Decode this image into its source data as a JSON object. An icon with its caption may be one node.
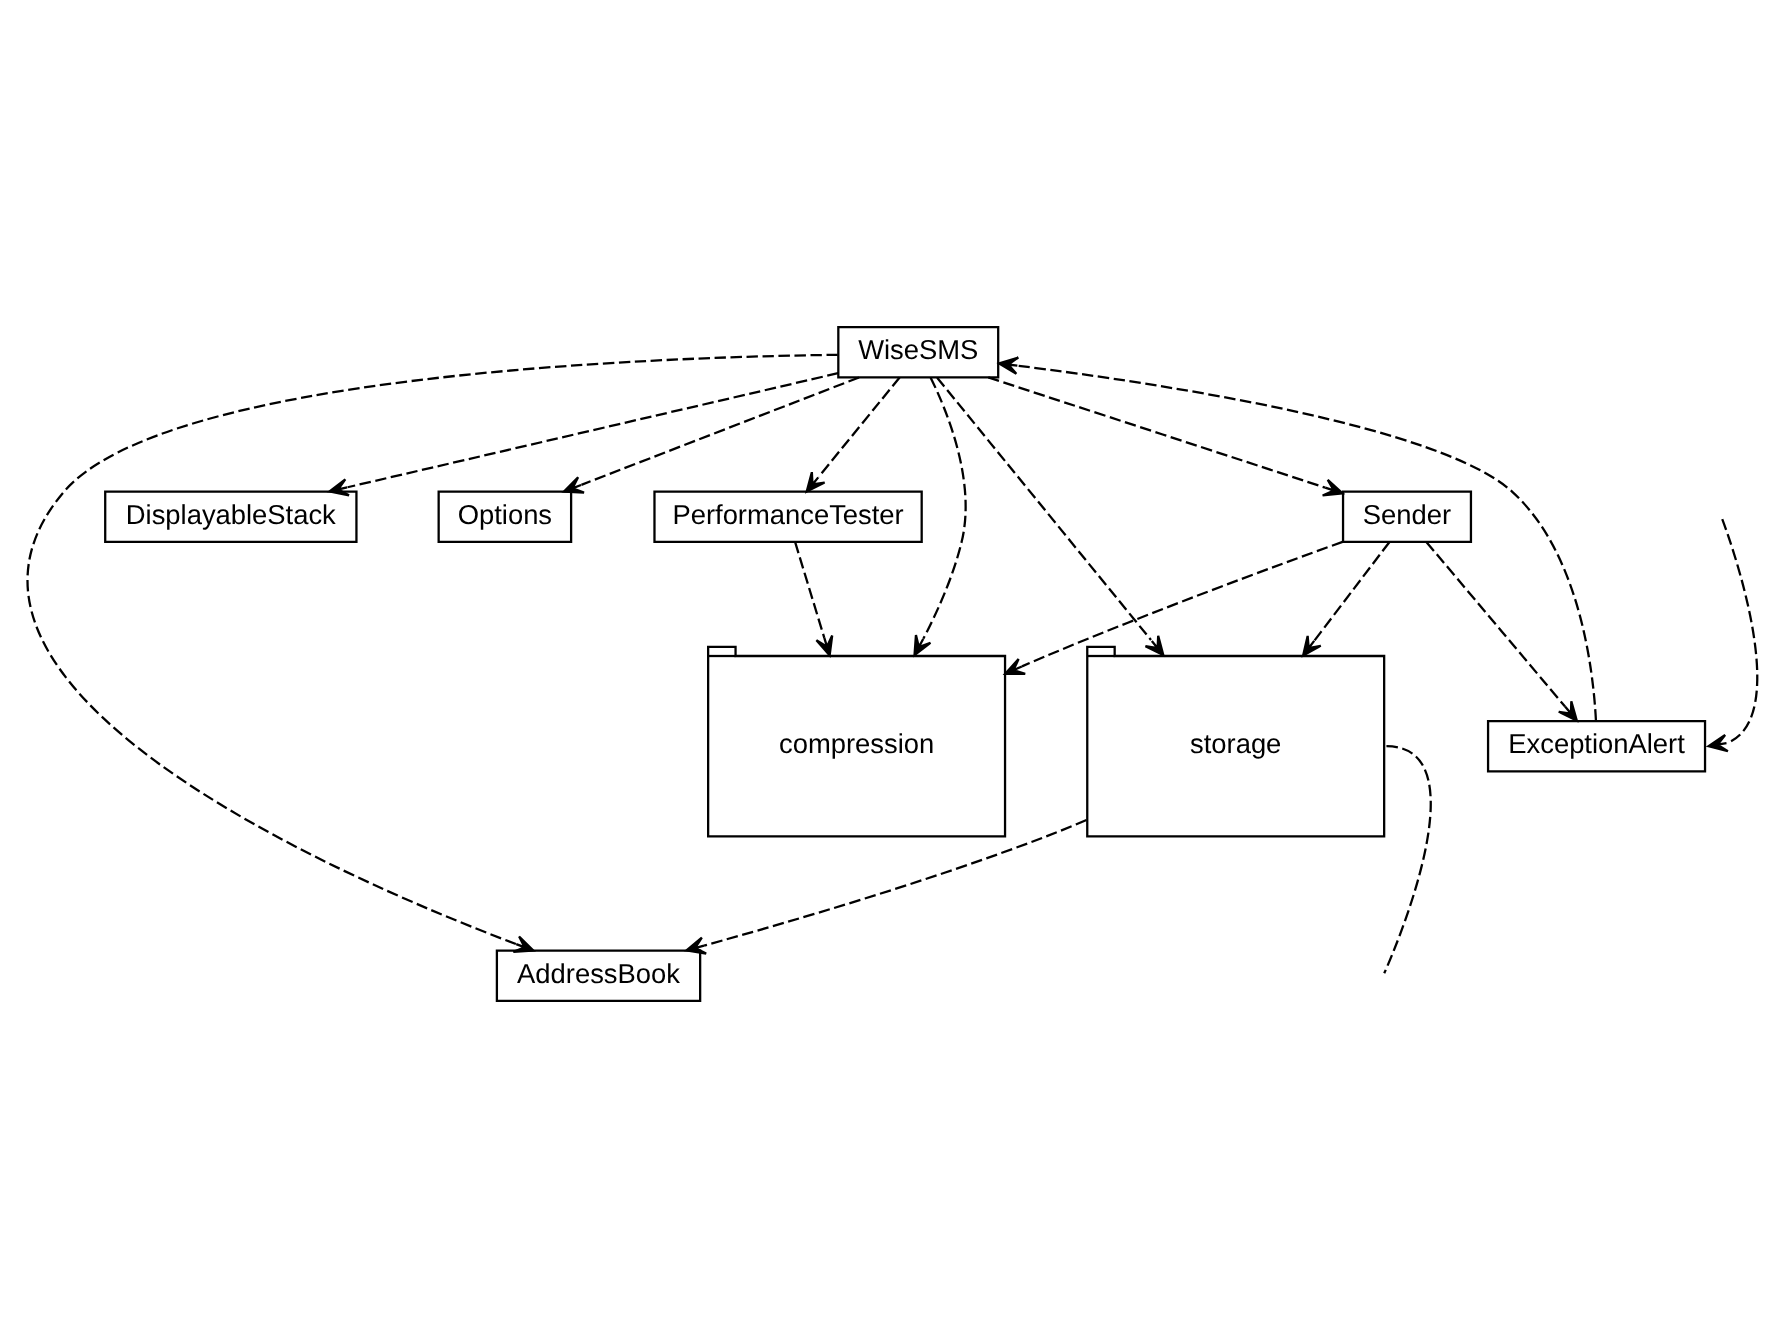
{
  "diagram": {
    "nodes": [
      {
        "text": [
          "AddressBook"
        ]
      },
      {
        "text": [
          "DisplayableStack"
        ]
      },
      {
        "text": [
          "Options"
        ]
      },
      {
        "text": [
          "WiseSMS"
        ]
      },
      {
        "text": [
          "PerformanceTester"
        ]
      },
      {
        "text": [
          "storage"
        ]
      },
      {
        "text": [
          "Sender"
        ]
      },
      {
        "text": [
          "compression"
        ]
      },
      {
        "text": [
          "ExceptionAlert"
        ]
      }
    ],
    "edges": [
      {
        "from": 3,
        "to": 0,
        "arrow": "to",
        "style": "dashed"
      },
      {
        "from": 3,
        "to": 1,
        "arrow": "to",
        "style": "dashed"
      },
      {
        "from": 3,
        "to": 2,
        "arrow": "to",
        "style": "dashed"
      },
      {
        "from": 3,
        "to": 4,
        "arrow": "to",
        "style": "dashed"
      },
      {
        "from": 3,
        "to": 5,
        "arrow": "to",
        "style": "dashed"
      },
      {
        "from": 5,
        "to": 0,
        "arrow": "to",
        "style": "dashed"
      },
      {
        "from": 3,
        "to": 7,
        "arrow": "to",
        "style": "dashed"
      },
      {
        "from": 3,
        "to": 6,
        "arrow": "to",
        "style": "dashed"
      },
      {
        "from": 8,
        "to": 3,
        "arrow": "to",
        "style": "dashed"
      },
      {
        "from": 4,
        "to": 7,
        "arrow": "to",
        "style": "dashed"
      },
      {
        "from": 6,
        "to": 5,
        "arrow": "to",
        "style": "dashed"
      },
      {
        "from": 6,
        "to": 7,
        "arrow": "to",
        "style": "dashed"
      },
      {
        "from": 6,
        "to": 8,
        "arrow": "to",
        "style": "dashed"
      },
      {
        "from": 5,
        "to": null,
        "arrow": "none",
        "style": "dashed"
      },
      {
        "from": null,
        "to": 8,
        "arrow": "to",
        "style": "dashed"
      }
    ]
  }
}
